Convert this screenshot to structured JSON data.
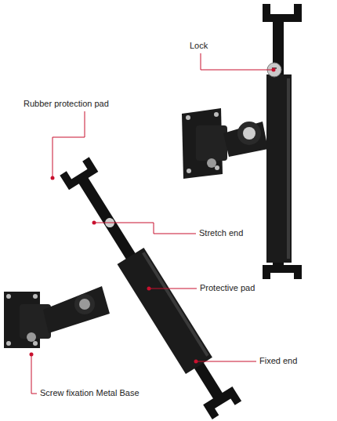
{
  "diagram": {
    "labels": [
      "Lock",
      "Rubber protection pad",
      "Stretch end",
      "Protective pad",
      "Fixed end",
      "Screw fixation Metal Base"
    ]
  }
}
